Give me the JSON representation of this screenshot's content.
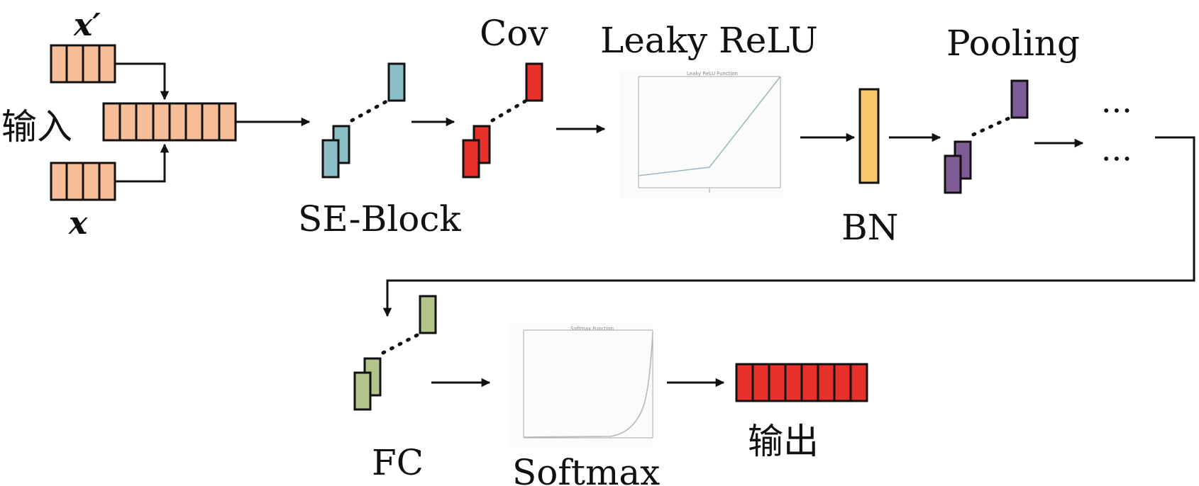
{
  "labels": {
    "input_top": "x′",
    "input_bottom": "x",
    "input": "输入",
    "se_block": "SE-Block",
    "cov": "Cov",
    "leaky_relu": "Leaky ReLU",
    "bn": "BN",
    "pooling": "Pooling",
    "ellipsis_top": "···",
    "ellipsis_bottom": "···",
    "fc": "FC",
    "softmax": "Softmax",
    "output": "输出",
    "leaky_plot_title": "Leaky ReLU Function",
    "softmax_plot_title": "Softmax Function"
  },
  "colors": {
    "input_cell": "#F5BE98",
    "se_block": "#8BBFC8",
    "cov": "#E8302A",
    "bn": "#F6C86A",
    "pooling": "#7E5C96",
    "fc": "#B3C48A",
    "output_cell": "#E8302A",
    "stroke": "#111111",
    "plot_line": "#9BB9C0",
    "plot_axis": "#A8A8A8"
  }
}
